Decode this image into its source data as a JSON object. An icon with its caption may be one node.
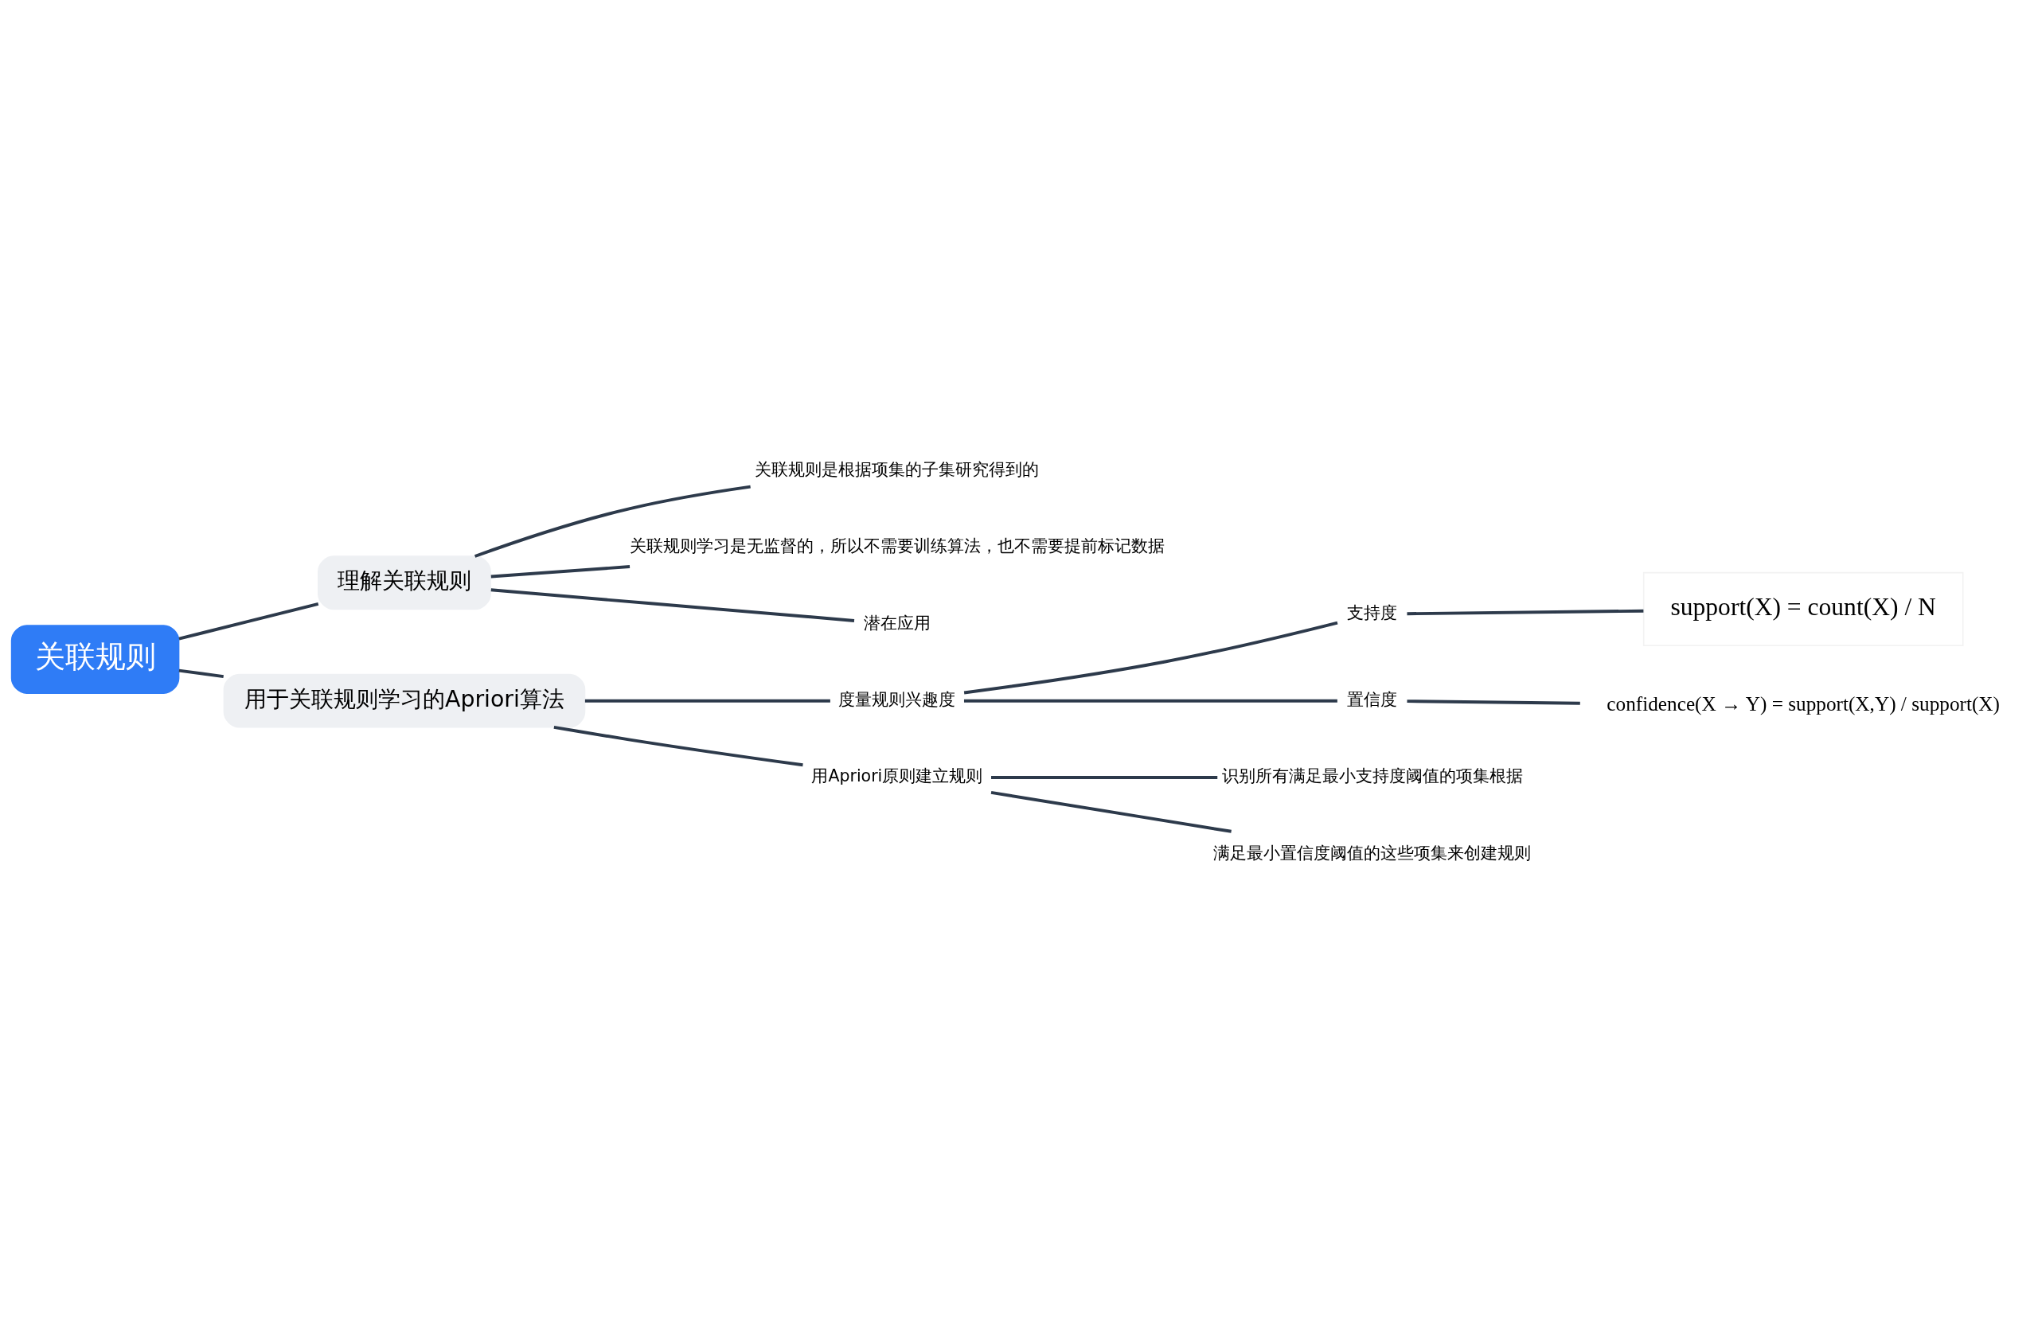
{
  "diagram": {
    "nodes": [
      {
        "text": [
          "关联规则"
        ]
      },
      {
        "text": [
          "理解关联规则"
        ]
      },
      {
        "text": [
          "关联规则是根据项集的子集研究得到的"
        ]
      },
      {
        "text": [
          "关联规则学习是无监督的，所以不需要训练算法，也不需要提前标记数据"
        ]
      },
      {
        "text": [
          "潜在应用"
        ]
      },
      {
        "text": [
          "用于关联规则学习的Apriori算法"
        ]
      },
      {
        "text": [
          "度量规则兴趣度"
        ]
      },
      {
        "text": [
          "支持度"
        ]
      },
      {
        "text": [
          "support(X) = count(X) / N"
        ]
      },
      {
        "text": [
          "置信度"
        ]
      },
      {
        "text": [
          "confidence(X → Y) = support(X,Y) / support(X)"
        ]
      },
      {
        "text": [
          "用Apriori原则建立规则"
        ]
      },
      {
        "text": [
          "识别所有满足最小支持度阈值的项集根据"
        ]
      },
      {
        "text": [
          "满足最小置信度阈值的这些项集来创建规则"
        ]
      }
    ],
    "edges": [
      {
        "from": 0,
        "to": 1,
        "arrow": "none"
      },
      {
        "from": 1,
        "to": 2,
        "arrow": "none"
      },
      {
        "from": 1,
        "to": 3,
        "arrow": "none"
      },
      {
        "from": 1,
        "to": 4,
        "arrow": "none"
      },
      {
        "from": 0,
        "to": 5,
        "arrow": "none"
      },
      {
        "from": 5,
        "to": 6,
        "arrow": "none"
      },
      {
        "from": 6,
        "to": 7,
        "arrow": "none"
      },
      {
        "from": 7,
        "to": 8,
        "arrow": "none"
      },
      {
        "from": 6,
        "to": 9,
        "arrow": "none"
      },
      {
        "from": 9,
        "to": 10,
        "arrow": "none"
      },
      {
        "from": 5,
        "to": 11,
        "arrow": "none"
      },
      {
        "from": 11,
        "to": 12,
        "arrow": "none"
      },
      {
        "from": 11,
        "to": 13,
        "arrow": "none"
      }
    ]
  }
}
